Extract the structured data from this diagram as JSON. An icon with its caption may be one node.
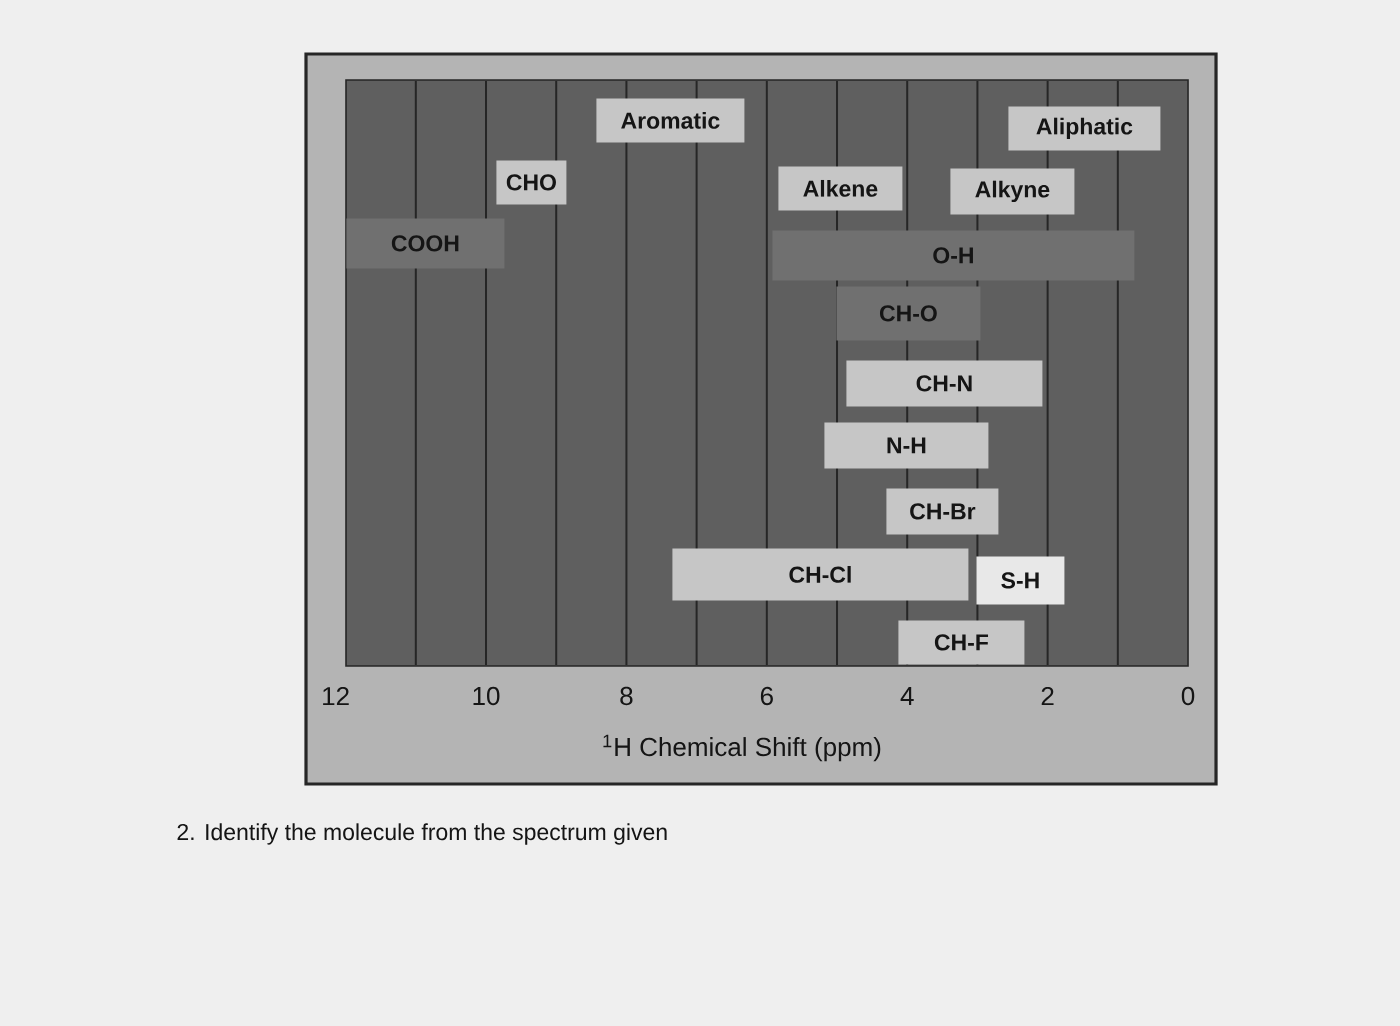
{
  "diagram": {
    "nodes": [
      {
        "text": [
          "Aromatic"
        ]
      },
      {
        "text": [
          "Aliphatic"
        ]
      },
      {
        "text": [
          "CHO"
        ]
      },
      {
        "text": [
          "Alkene"
        ]
      },
      {
        "text": [
          "Alkyne"
        ]
      },
      {
        "text": [
          "COOH"
        ]
      },
      {
        "text": [
          "O-H"
        ]
      },
      {
        "text": [
          "CH-O"
        ]
      },
      {
        "text": [
          "CH-N"
        ]
      },
      {
        "text": [
          "N-H"
        ]
      },
      {
        "text": [
          "CH-Br"
        ]
      },
      {
        "text": [
          "CH-Cl"
        ]
      },
      {
        "text": [
          "S-H"
        ]
      },
      {
        "text": [
          "CH-F"
        ]
      }
    ],
    "labels": [
      "12",
      "10",
      "8",
      "6",
      "4",
      "2",
      "0",
      "$^{1}$H Chemical Shift (ppm)",
      "2. Identify the molecule from the spectrum given"
    ]
  }
}
